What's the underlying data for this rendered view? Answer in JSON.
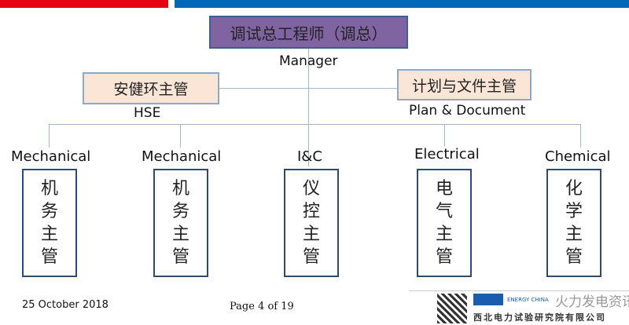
{
  "header": {
    "accent_red": "#e60012",
    "accent_blue": "#0068b7"
  },
  "org": {
    "top": {
      "title": "调试总工程师（调总）",
      "subtitle": "Manager"
    },
    "hse": {
      "title": "安健环主管",
      "subtitle": "HSE"
    },
    "plan": {
      "title": "计划与文件主管",
      "subtitle": "Plan & Document"
    },
    "departments": [
      {
        "en": "Mechanical",
        "zh": [
          "机",
          "务",
          "主",
          "管"
        ]
      },
      {
        "en": "Mechanical",
        "zh": [
          "机",
          "务",
          "主",
          "管"
        ]
      },
      {
        "en": "I&C",
        "zh": [
          "仪",
          "控",
          "主",
          "管"
        ]
      },
      {
        "en": "Electrical",
        "zh": [
          "电",
          "气",
          "主",
          "管"
        ]
      },
      {
        "en": "Chemical",
        "zh": [
          "化",
          "学",
          "主",
          "管"
        ]
      }
    ]
  },
  "footer": {
    "date": "25 October 2018",
    "page": "Page 4 of 19",
    "watermark": "火力发电资讯",
    "logo_en": "ENERGY CHINA",
    "logo_company": "西北电力试验研究院有限公司"
  }
}
